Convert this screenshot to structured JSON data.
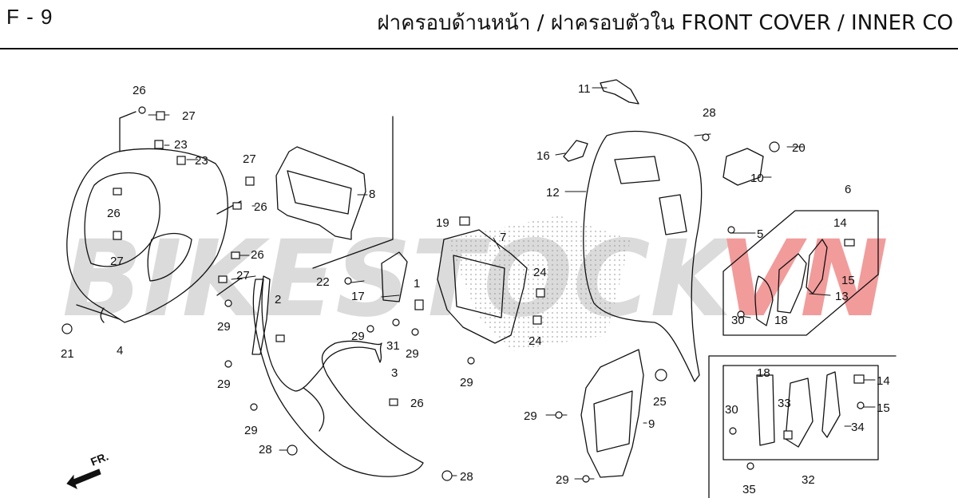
{
  "header": {
    "page_code": "F - 9",
    "title": "ฝาครอบด้านหน้า / ฝาครอบตัวใน  FRONT COVER / INNER CO"
  },
  "watermark": {
    "text_main": "BIKESTOCK",
    "text_accent": "VN",
    "color_main": "#bfbfbf",
    "color_accent": "#e84a4a"
  },
  "direction_marker": {
    "label": "FR.",
    "icon": "direction-arrow-icon"
  },
  "part_labels": [
    "26",
    "27",
    "23",
    "23",
    "26",
    "27",
    "26",
    "27",
    "26",
    "27",
    "21",
    "4",
    "2",
    "29",
    "29",
    "29",
    "28",
    "8",
    "22",
    "17",
    "1",
    "19",
    "7",
    "29",
    "31",
    "29",
    "3",
    "26",
    "28",
    "29",
    "24",
    "24",
    "11",
    "16",
    "12",
    "28",
    "20",
    "10",
    "6",
    "14",
    "5",
    "15",
    "13",
    "30",
    "18",
    "25",
    "9",
    "29",
    "29",
    "18",
    "14",
    "30",
    "33",
    "15",
    "34",
    "35",
    "32"
  ],
  "colors": {
    "line": "#111111",
    "dot_field": "#9a9a9a",
    "rule": "#111111"
  }
}
